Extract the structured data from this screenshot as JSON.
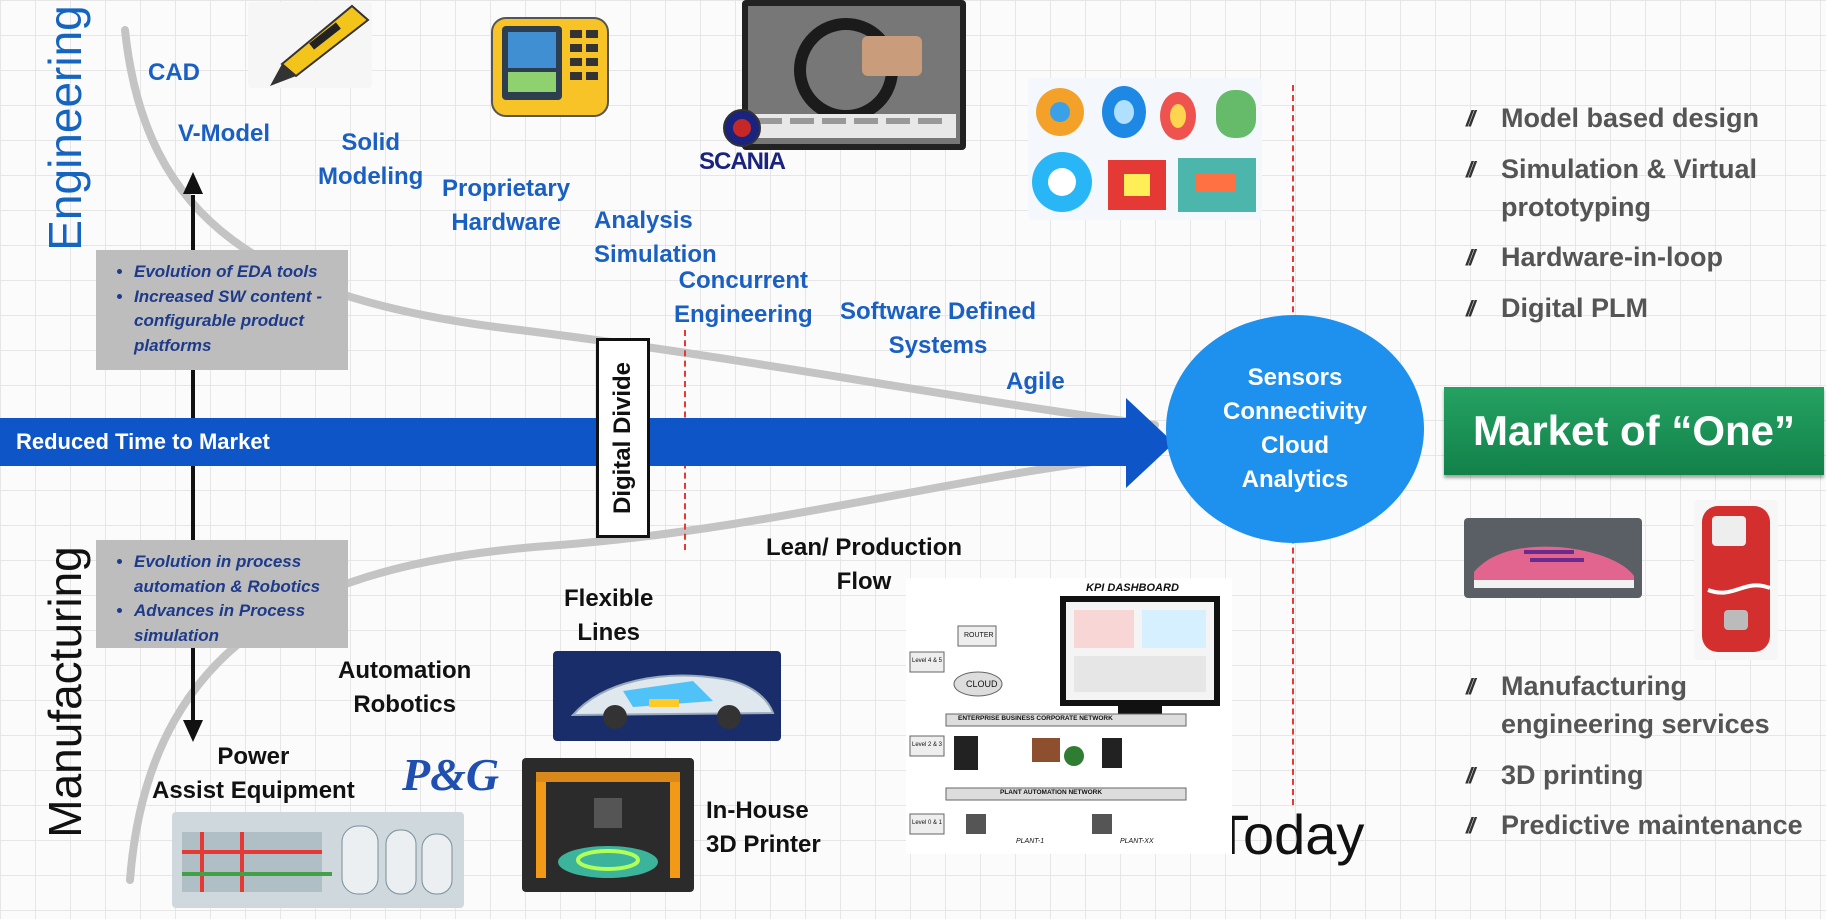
{
  "titles": {
    "engineering": "Engineering",
    "manufacturing": "Manufacturing"
  },
  "engineering_labels": {
    "cad": "CAD",
    "vmodel": "V-Model",
    "solid_1": "Solid",
    "solid_2": "Modeling",
    "prop_1": "Proprietary",
    "prop_2": "Hardware",
    "analysis_1": "Analysis",
    "analysis_2": "Simulation",
    "concurrent_1": "Concurrent",
    "concurrent_2": "Engineering",
    "sds_1": "Software Defined",
    "sds_2": "Systems",
    "agile": "Agile"
  },
  "manufacturing_labels": {
    "power_1": "Power",
    "power_2": "Assist Equipment",
    "auto_1": "Automation",
    "auto_2": "Robotics",
    "flex_1": "Flexible",
    "flex_2": "Lines",
    "lean_1": "Lean/ Production",
    "lean_2": "Flow",
    "inhouse_1": "In-House",
    "inhouse_2": "3D Printer"
  },
  "engineering_box": [
    "Evolution of EDA tools",
    "Increased SW content - configurable product platforms"
  ],
  "manufacturing_box": [
    "Evolution in process automation & Robotics",
    "Advances in Process simulation"
  ],
  "arrow_label": "Reduced Time to Market",
  "digital_divide": "Digital Divide",
  "circle_lines": [
    "Sensors",
    "Connectivity",
    "Cloud",
    "Analytics"
  ],
  "today": "Today",
  "logos": {
    "scania": "SCANIA",
    "pg": "P&G"
  },
  "dashboard": {
    "title": "KPI DASHBOARD",
    "router": "ROUTER",
    "cloud": "CLOUD",
    "corporate_network": "ENTERPRISE BUSINESS CORPORATE NETWORK",
    "plant_network": "PLANT AUTOMATION NETWORK",
    "level_45": "Level 4 & 5",
    "level_23": "Level 2 & 3",
    "level_01": "Level 0 & 1",
    "plant_1": "PLANT-1",
    "plant_xx": "PLANT-XX"
  },
  "right_top_bullets": [
    "Model based design",
    "Simulation & Virtual prototyping",
    "Hardware-in-loop",
    "Digital PLM"
  ],
  "market_label": "Market of “One”",
  "right_bottom_bullets": [
    "Manufacturing engineering services",
    "3D printing",
    "Predictive maintenance"
  ],
  "bullet_marker": "//",
  "colors": {
    "accent_blue": "#1a5fc2",
    "arrow_blue": "#0e55c8",
    "circle_blue": "#1e90ee",
    "market_green": "#1a8f53",
    "box_gray": "#bdbdbd"
  },
  "icons": [
    "pen-icon",
    "tester-device-icon",
    "truck-dashboard-icon",
    "fea-simulation-icon",
    "car-frame-icon",
    "3d-printer-icon",
    "factory-icon",
    "sneaker-icon",
    "vending-machine-icon",
    "network-diagram-icon"
  ]
}
